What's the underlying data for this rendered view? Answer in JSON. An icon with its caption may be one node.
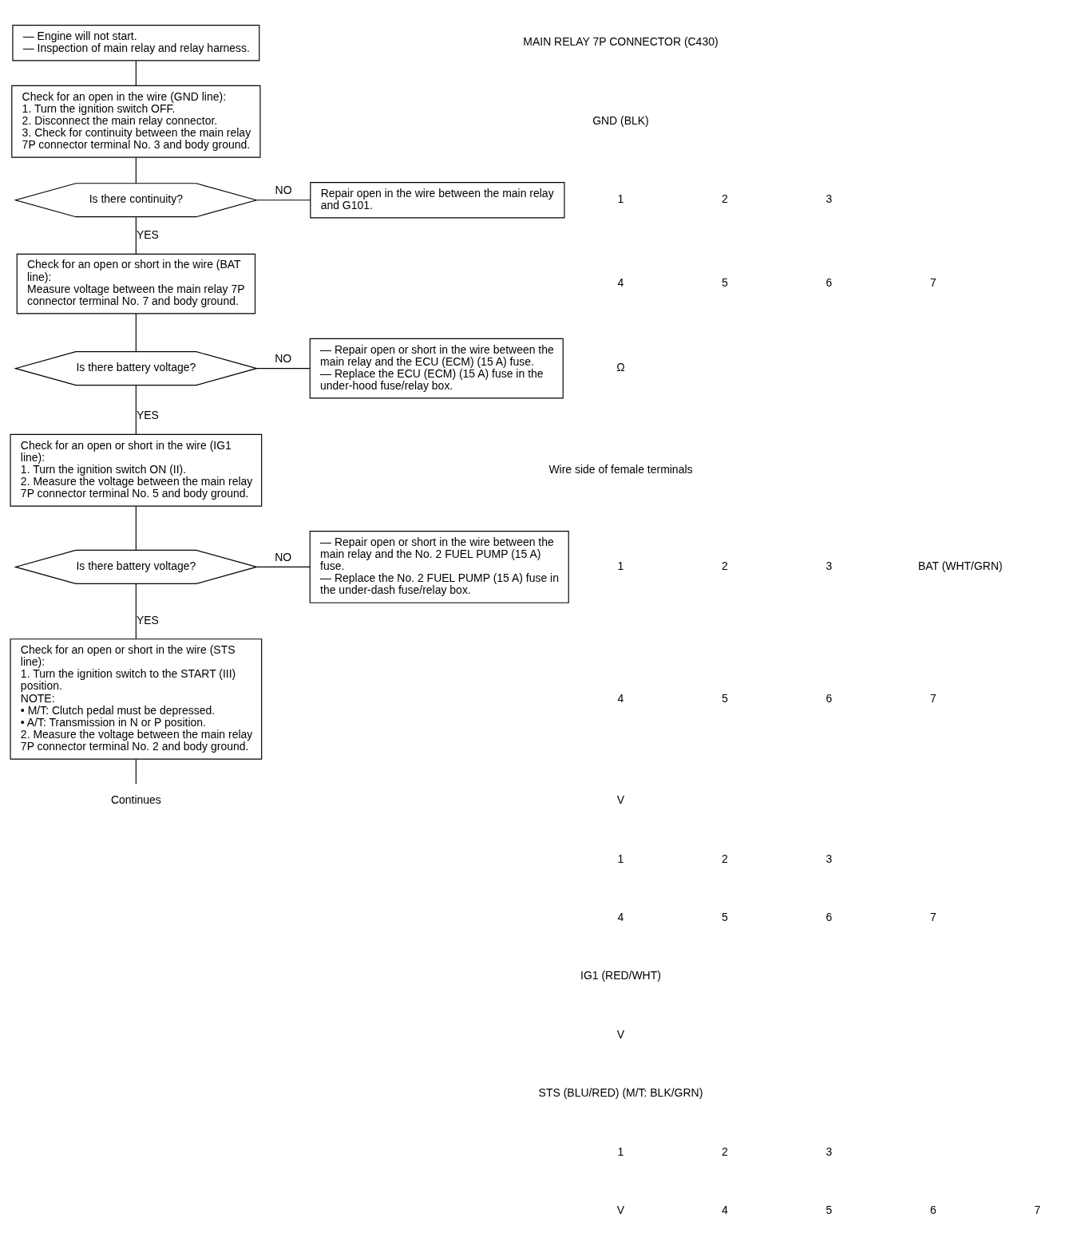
{
  "diagram": {
    "nodes": [
      {
        "text": [
          "— Engine will not start.",
          "— Inspection of main relay and relay harness."
        ]
      },
      {
        "text": [
          "Check for an open in the wire (GND line):",
          "1. Turn the ignition switch OFF.",
          "2. Disconnect the main relay connector.",
          "3. Check for continuity between the main relay 7P connector terminal No. 3 and body ground."
        ]
      },
      {
        "text": [
          "Is there continuity?"
        ]
      },
      {
        "text": [
          "Repair open in the wire between the main relay and G101."
        ]
      },
      {
        "text": [
          "Check for an open or short in the wire (BAT line):",
          "Measure voltage between the main relay 7P connector terminal No. 7 and body ground."
        ]
      },
      {
        "text": [
          "Is there battery voltage?"
        ]
      },
      {
        "text": [
          "— Repair open or short in the wire between the main relay and the ECU (ECM) (15 A) fuse.",
          "— Replace the ECU (ECM) (15 A) fuse in the under-hood fuse/relay box."
        ]
      },
      {
        "text": [
          "Check for an open or short in the wire (IG1 line):",
          "1. Turn the ignition switch ON (II).",
          "2. Measure the voltage between the main relay 7P connector terminal No. 5 and body ground."
        ]
      },
      {
        "text": [
          "Is there battery voltage?"
        ]
      },
      {
        "text": [
          "— Repair open or short in the wire between the main relay and the No. 2 FUEL PUMP (15 A) fuse.",
          "— Replace the No. 2 FUEL PUMP (15 A) fuse in the under-dash fuse/relay box."
        ]
      },
      {
        "text": [
          "Check for an open or short in the wire (STS line):",
          "1. Turn the ignition switch to the START (III) position.",
          "NOTE:",
          "• M/T: Clutch pedal must be depressed.",
          "• A/T: Transmission in N or P position.",
          "2. Measure the voltage between the main relay 7P connector terminal No. 2 and body ground."
        ]
      },
      {
        "text": [
          "Continues"
        ]
      }
    ],
    "edges": [
      {
        "from": 0,
        "to": 1,
        "arrow": "none"
      },
      {
        "from": 1,
        "to": 2,
        "arrow": "none"
      },
      {
        "from": 2,
        "to": 3,
        "arrow": "none",
        "label": "NO"
      },
      {
        "from": 2,
        "to": 4,
        "arrow": "none",
        "label": "YES"
      },
      {
        "from": 4,
        "to": 5,
        "arrow": "none"
      },
      {
        "from": 5,
        "to": 6,
        "arrow": "none",
        "label": "NO"
      },
      {
        "from": 5,
        "to": 7,
        "arrow": "none",
        "label": "YES"
      },
      {
        "from": 7,
        "to": 8,
        "arrow": "none"
      },
      {
        "from": 8,
        "to": 9,
        "arrow": "none",
        "label": "NO"
      },
      {
        "from": 8,
        "to": 10,
        "arrow": "none",
        "label": "YES"
      },
      {
        "from": 10,
        "to": 11,
        "arrow": "none"
      }
    ],
    "labels": [
      "MAIN RELAY 7P CONNECTOR (C430)",
      "GND (BLK)",
      "1",
      "2",
      "3",
      "4",
      "5",
      "6",
      "7",
      "Ω",
      "Wire side of female terminals",
      "1",
      "2",
      "3",
      "BAT (WHT/GRN)",
      "4",
      "5",
      "6",
      "7",
      "V",
      "1",
      "2",
      "3",
      "4",
      "5",
      "6",
      "7",
      "IG1 (RED/WHT)",
      "V",
      "STS (BLU/RED) (M/T: BLK/GRN)",
      "1",
      "2",
      "3",
      "V",
      "4",
      "5",
      "6",
      "7"
    ]
  }
}
